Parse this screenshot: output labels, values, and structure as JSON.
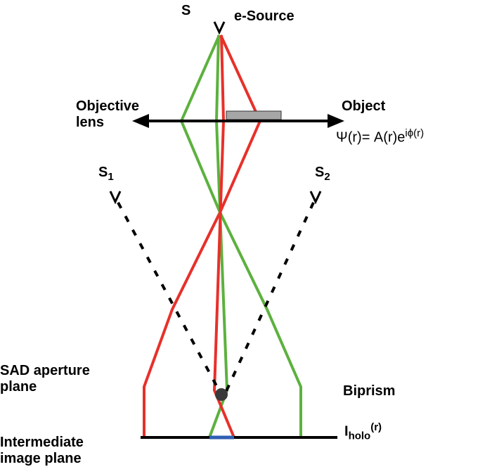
{
  "labels": {
    "source_symbol": "S",
    "source_name": "e-Source",
    "objective_lens": "Objective\nlens",
    "object": "Object",
    "wave_function": {
      "lhs": "Ψ(r)= A(r)e",
      "exponent": "iϕ(r)"
    },
    "s1": {
      "base": "S",
      "sub": "1"
    },
    "s2": {
      "base": "S",
      "sub": "2"
    },
    "sad_plane": "SAD aperture\nplane",
    "biprism": "Biprism",
    "intermediate_plane": "Intermediate\nimage plane",
    "hologram": {
      "base": "I",
      "sub": "holo",
      "arg": "(r)"
    }
  },
  "colors": {
    "ray_green": "#5cb13e",
    "ray_red": "#e8302a",
    "object": "#a6a6a6",
    "overlap": "#2f5fb3",
    "biprism": "#3a3a3a"
  }
}
